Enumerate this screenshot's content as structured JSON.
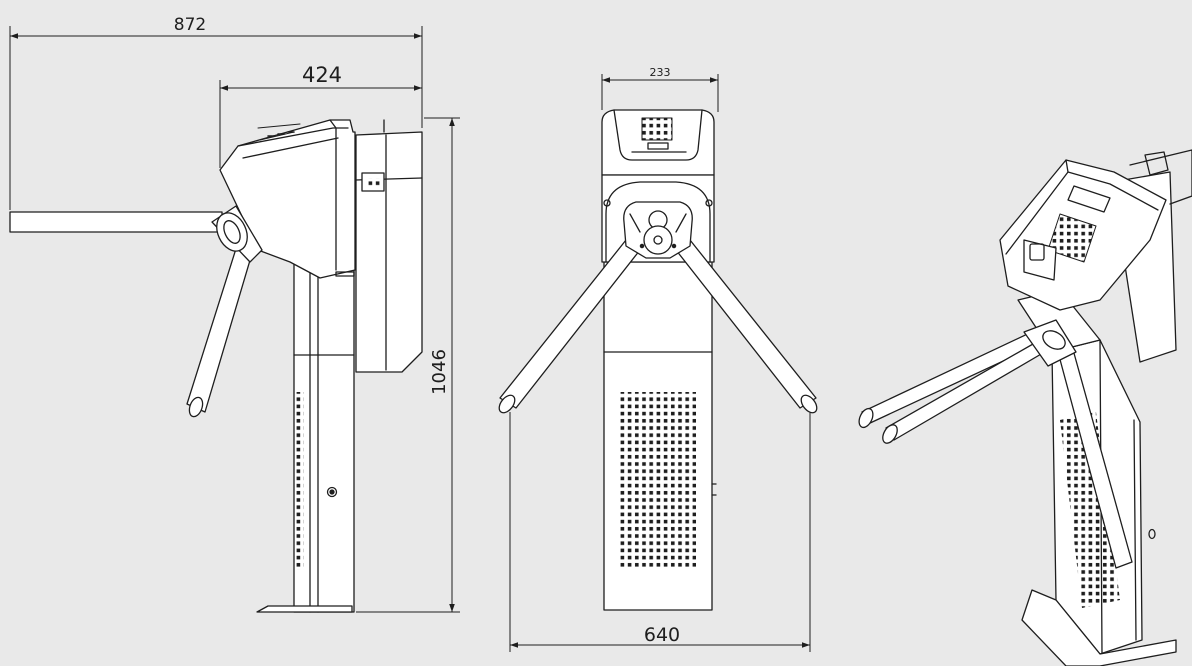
{
  "colors": {
    "background": "#e9e9e9",
    "line": "#1e1e1e",
    "fill": "#ffffff"
  },
  "dimensions": {
    "overall_width_side": "872",
    "body_depth_side": "424",
    "height": "1046",
    "top_width_front": "233",
    "arm_span_front": "640"
  }
}
